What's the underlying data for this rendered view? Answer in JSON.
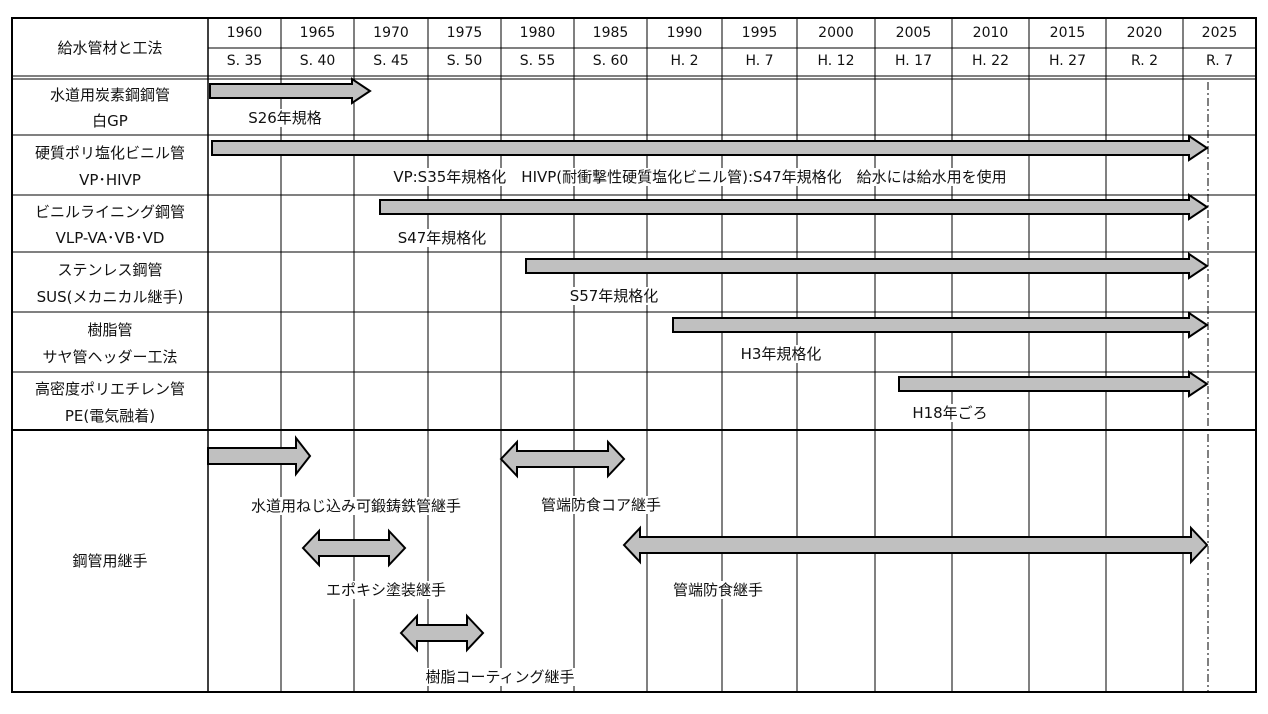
{
  "header": {
    "title": "給水管材と工法",
    "years": [
      "1960",
      "1965",
      "1970",
      "1975",
      "1980",
      "1985",
      "1990",
      "1995",
      "2000",
      "2005",
      "2010",
      "2015",
      "2020",
      "2025"
    ],
    "eras": [
      "S. 35",
      "S. 40",
      "S. 45",
      "S. 50",
      "S. 55",
      "S. 60",
      "H. 2",
      "H. 7",
      "H. 12",
      "H. 17",
      "H. 22",
      "H. 27",
      "R. 2",
      "R. 7"
    ]
  },
  "rows": [
    {
      "name": "水道用炭素鋼鋼管",
      "sub": "白GP",
      "note": "S26年規格"
    },
    {
      "name": "硬質ポリ塩化ビニル管",
      "sub": "VP･HIVP",
      "note": "VP:S35年規格化　HIVP(耐衝撃性硬質塩化ビニル管):S47年規格化　給水には給水用を使用"
    },
    {
      "name": "ビニルライニング鋼管",
      "sub": "VLP-VA･VB･VD",
      "note": "S47年規格化"
    },
    {
      "name": "ステンレス鋼管",
      "sub": "SUS(メカニカル継手)",
      "note": "S57年規格化"
    },
    {
      "name": "樹脂管",
      "sub": "サヤ管ヘッダー工法",
      "note": "H3年規格化"
    },
    {
      "name": "高密度ポリエチレン管",
      "sub": "PE(電気融着)",
      "note": "H18年ごろ"
    }
  ],
  "joints": {
    "label": "鋼管用継手",
    "items": [
      "水道用ねじ込み可鍛鋳鉄管継手",
      "管端防食コア継手",
      "エポキシ塗装継手",
      "管端防食継手",
      "樹脂コーティング継手"
    ]
  },
  "colors": {
    "arrow_fill": "#c0c0c0",
    "line": "#000000"
  }
}
